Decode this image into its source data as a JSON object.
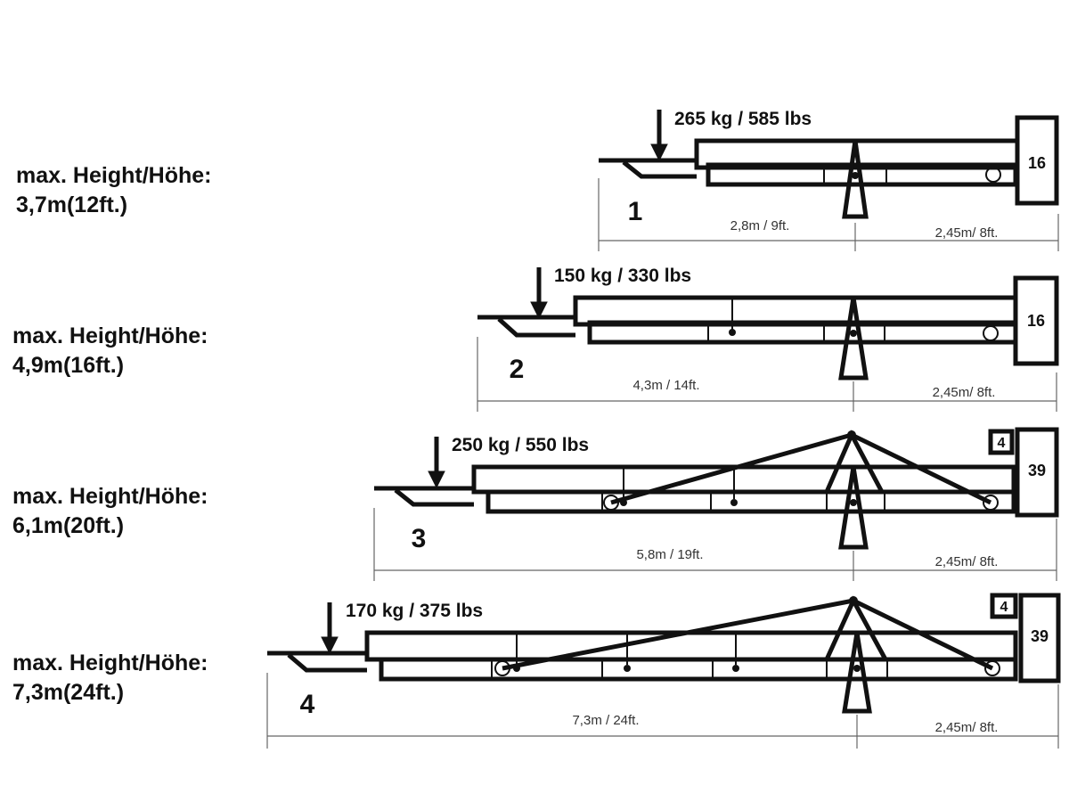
{
  "configurations": [
    {
      "number": "1",
      "height_line1": "max. Height/Höhe:",
      "height_line2": "3,7m(12ft.)",
      "load": "265 kg / 585 lbs",
      "reach_dim": "2,8m / 9ft.",
      "counter_dim": "2,45m/ 8ft.",
      "counterweight": "16",
      "extra_block": ""
    },
    {
      "number": "2",
      "height_line1": "max. Height/Höhe:",
      "height_line2": "4,9m(16ft.)",
      "load": "150 kg / 330 lbs",
      "reach_dim": "4,3m / 14ft.",
      "counter_dim": "2,45m/ 8ft.",
      "counterweight": "16",
      "extra_block": ""
    },
    {
      "number": "3",
      "height_line1": "max. Height/Höhe:",
      "height_line2": "6,1m(20ft.)",
      "load": "250 kg / 550 lbs",
      "reach_dim": "5,8m / 19ft.",
      "counter_dim": "2,45m/ 8ft.",
      "counterweight": "39",
      "extra_block": "4"
    },
    {
      "number": "4",
      "height_line1": "max. Height/Höhe:",
      "height_line2": "7,3m(24ft.)",
      "load": "170 kg / 375 lbs",
      "reach_dim": "7,3m / 24ft.",
      "counter_dim": "2,45m/ 8ft.",
      "counterweight": "39",
      "extra_block": "4"
    }
  ]
}
